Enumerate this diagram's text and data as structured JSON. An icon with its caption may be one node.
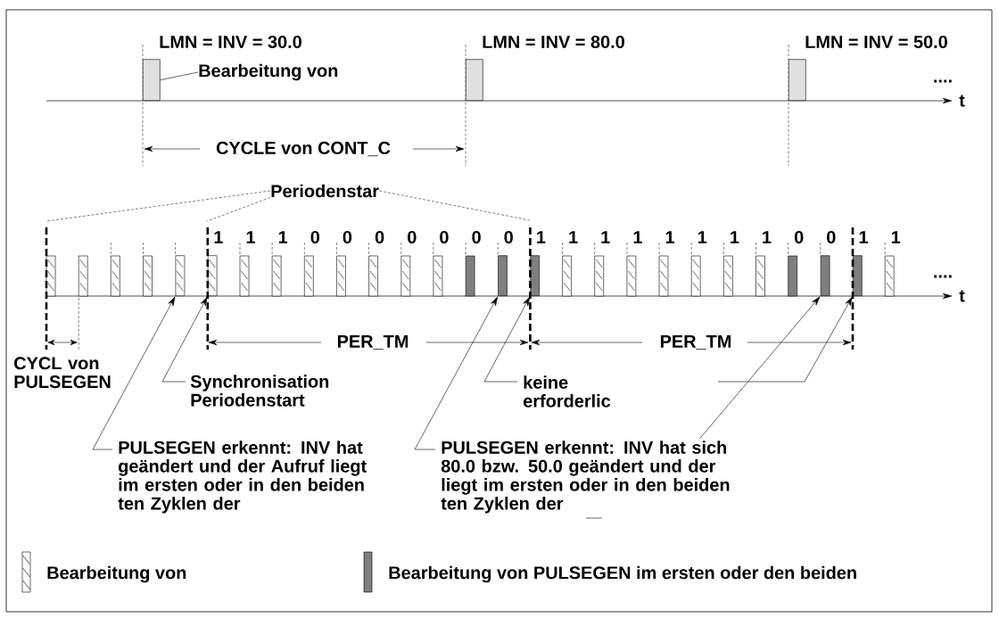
{
  "diagram": {
    "nodes": [
      {
        "text": [
          "Bearbeitung von"
        ]
      },
      {
        "text": [],
        "shape": "bar"
      },
      {
        "text": [
          "Periodenstar"
        ]
      },
      {
        "text": [
          "Synchronisation Periodenstart"
        ]
      },
      {
        "text": [
          "keine erforderlic"
        ]
      },
      {
        "text": [
          "PULSEGEN erkennt: INV hat geändert und der Aufruf liegt im ersten oder in den beiden ten Zyklen der"
        ]
      },
      {
        "text": [
          "PULSEGEN erkennt: INV hat sich 80.0 bzw. 50.0 geändert und der liegt im ersten oder in den beiden ten Zyklen der"
        ]
      },
      {
        "text": [],
        "shape": "bar"
      },
      {
        "text": [],
        "shape": "bar"
      },
      {
        "text": [],
        "shape": "bar"
      },
      {
        "text": [],
        "shape": "bar"
      },
      {
        "text": [],
        "shape": "bar"
      },
      {
        "text": [],
        "shape": "bar"
      },
      {
        "text": [],
        "shape": "bar"
      },
      {
        "text": [],
        "shape": "bar"
      }
    ],
    "edges": [
      {
        "from": 0,
        "to": 1,
        "arrow": "none"
      },
      {
        "from": 2,
        "to": null,
        "arrow": "none",
        "style": "dashed"
      },
      {
        "from": 2,
        "to": null,
        "arrow": "none",
        "style": "dashed"
      },
      {
        "from": 2,
        "to": null,
        "arrow": "none",
        "style": "dashed"
      },
      {
        "from": 5,
        "to": 7,
        "arrow": "to"
      },
      {
        "from": 3,
        "to": 8,
        "arrow": "to"
      },
      {
        "from": 6,
        "to": 9,
        "arrow": "to"
      },
      {
        "from": 4,
        "to": 10,
        "arrow": "to"
      },
      {
        "from": null,
        "to": 12,
        "arrow": "to"
      },
      {
        "from": 6,
        "to": 11,
        "arrow": "to"
      }
    ],
    "labels": [
      "LMN = INV = 30.0",
      "LMN = INV = 80.0",
      "LMN = INV = 50.0",
      "....",
      "t",
      "CYCLE von CONT_C",
      "1",
      "1",
      "1",
      "0",
      "0",
      "0",
      "0",
      "0",
      "0",
      "0",
      "1",
      "1",
      "1",
      "1",
      "1",
      "1",
      "1",
      "1",
      "0",
      "0",
      "1",
      "1",
      "....",
      "t",
      "CYCL von PULSEGEN",
      "PER_TM",
      "PER_TM"
    ],
    "legend": [
      {
        "text": "Bearbeitung von"
      },
      {
        "text": "Bearbeitung von PULSEGEN im ersten oder den beiden",
        "color": "#7f7f7f"
      }
    ]
  }
}
